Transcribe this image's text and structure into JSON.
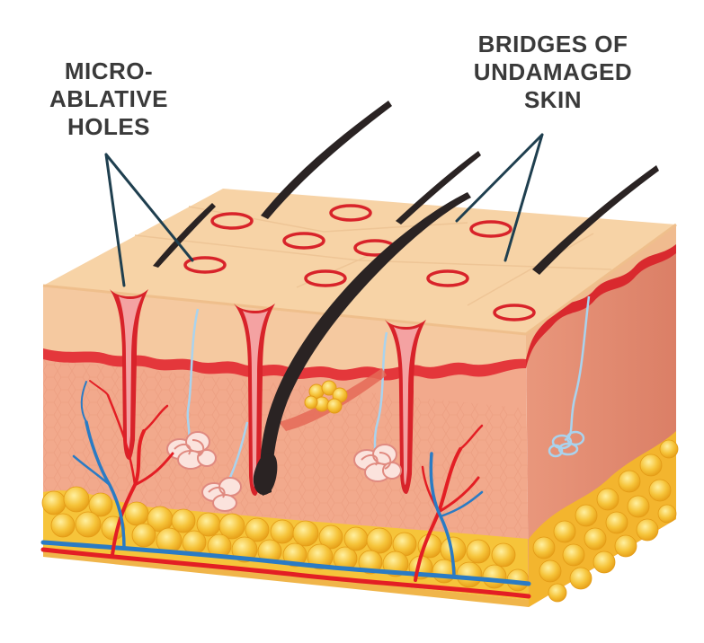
{
  "labels": {
    "micro_ablative": [
      "MICRO-",
      "ABLATIVE",
      "HOLES"
    ],
    "bridges": [
      "BRIDGES OF",
      "UNDAMAGED",
      "SKIN"
    ]
  },
  "colors": {
    "skin_surface": "#f7d3a6",
    "epidermis_front": "#f5c9a0",
    "dermis": "#f2a98c",
    "red_band": "#e4373b",
    "fat": "#f6c43a",
    "hole_red": "#d8232a",
    "hair": "#2a2323",
    "artery": "#e31e24",
    "vein": "#2a7bc4",
    "gland": "#f0a8a0",
    "nerve": "#a9d3ee",
    "leader_line": "#1f3f4f",
    "label_text": "#3a3a3a"
  }
}
